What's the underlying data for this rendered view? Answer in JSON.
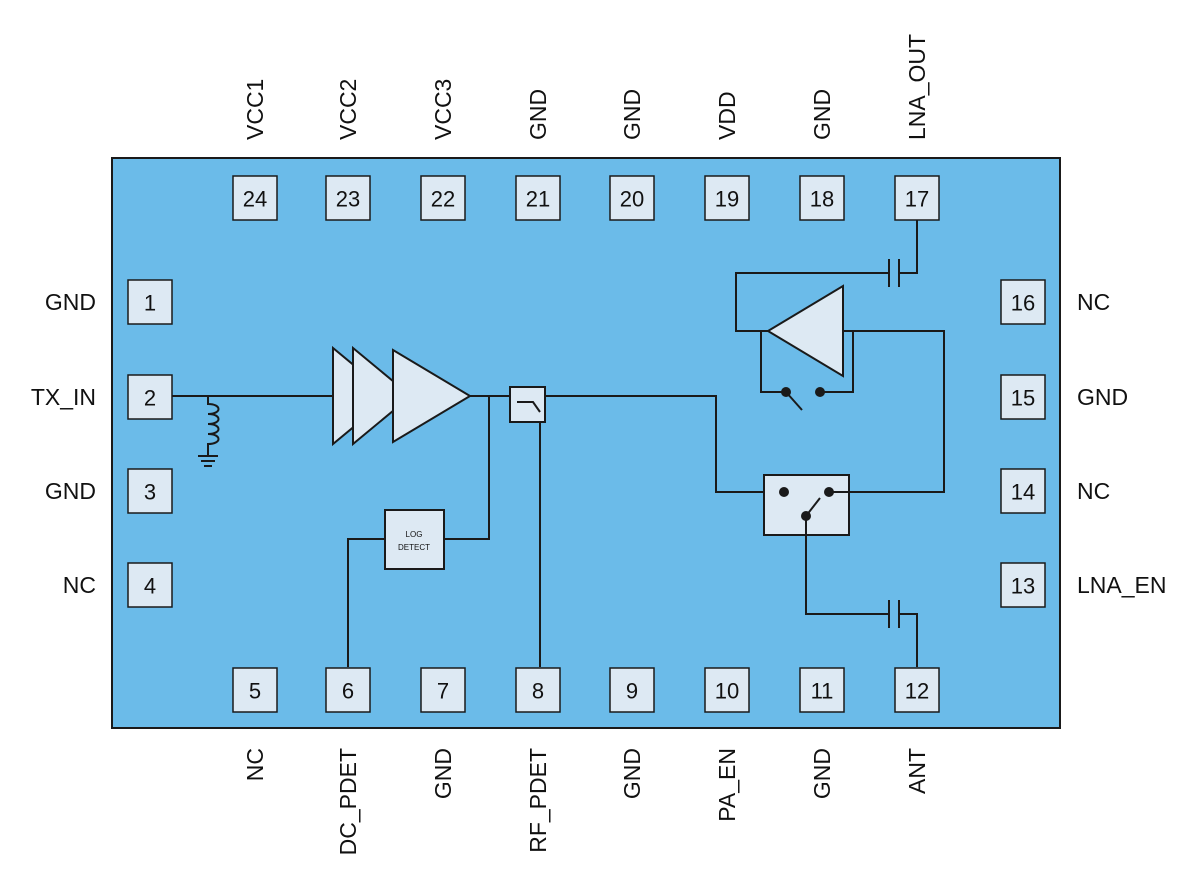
{
  "chip": {
    "body_color": "#6bbbe9",
    "pin_fill": "#dde9f3"
  },
  "pins": {
    "top": [
      {
        "num": "24",
        "label": "VCC1"
      },
      {
        "num": "23",
        "label": "VCC2"
      },
      {
        "num": "22",
        "label": "VCC3"
      },
      {
        "num": "21",
        "label": "GND"
      },
      {
        "num": "20",
        "label": "GND"
      },
      {
        "num": "19",
        "label": "VDD"
      },
      {
        "num": "18",
        "label": "GND"
      },
      {
        "num": "17",
        "label": "LNA_OUT"
      }
    ],
    "bottom": [
      {
        "num": "5",
        "label": "NC"
      },
      {
        "num": "6",
        "label": "DC_PDET"
      },
      {
        "num": "7",
        "label": "GND"
      },
      {
        "num": "8",
        "label": "RF_PDET"
      },
      {
        "num": "9",
        "label": "GND"
      },
      {
        "num": "10",
        "label": "PA_EN"
      },
      {
        "num": "11",
        "label": "GND"
      },
      {
        "num": "12",
        "label": "ANT"
      }
    ],
    "left": [
      {
        "num": "1",
        "label": "GND"
      },
      {
        "num": "2",
        "label": "TX_IN"
      },
      {
        "num": "3",
        "label": "GND"
      },
      {
        "num": "4",
        "label": "NC"
      }
    ],
    "right": [
      {
        "num": "16",
        "label": "NC"
      },
      {
        "num": "15",
        "label": "GND"
      },
      {
        "num": "14",
        "label": "NC"
      },
      {
        "num": "13",
        "label": "LNA_EN"
      }
    ]
  },
  "log_detect": {
    "line1": "LOG",
    "line2": "DETECT"
  }
}
